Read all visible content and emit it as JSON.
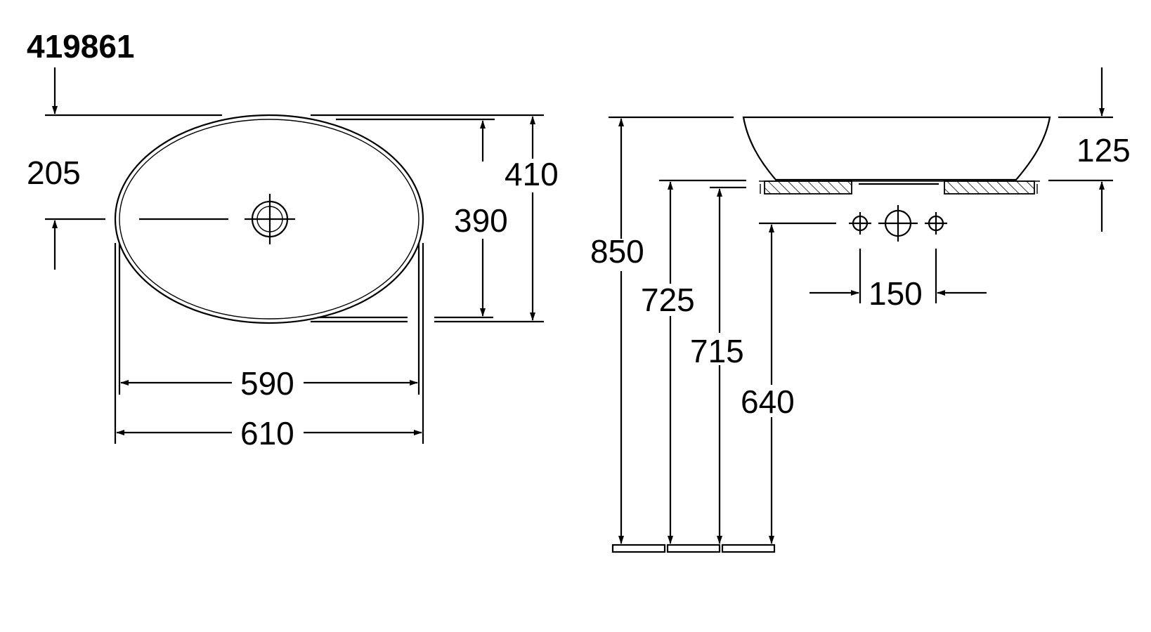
{
  "drawing": {
    "article_number": "419861",
    "top_view": {
      "outlet_offset": "205",
      "inner_depth": "390",
      "outer_depth": "410",
      "inner_width": "590",
      "outer_width": "610"
    },
    "side_view": {
      "bowl_height": "125",
      "rim_height": "850",
      "height_725": "725",
      "height_715": "715",
      "height_640": "640",
      "tap_spacing": "150"
    }
  }
}
